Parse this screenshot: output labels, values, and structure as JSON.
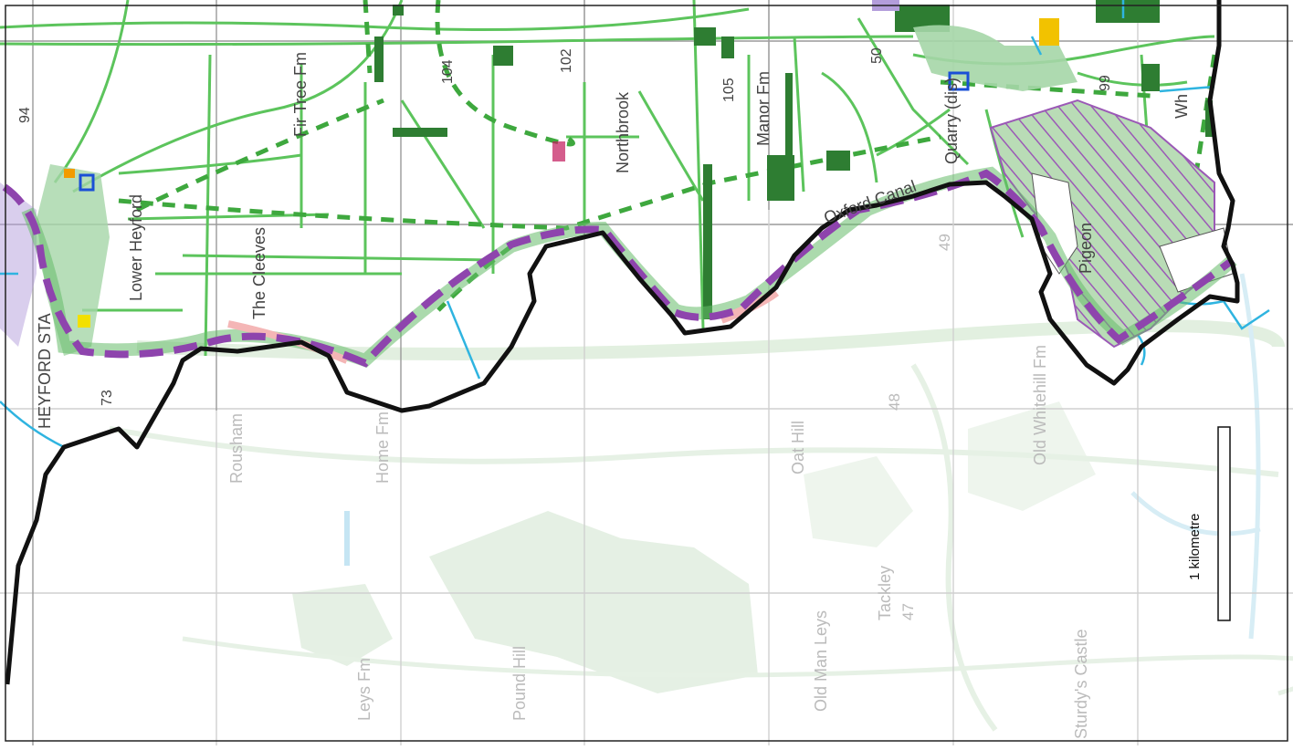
{
  "map": {
    "colors": {
      "green_network": "#5cc45c",
      "dark_green": "#2e7d32",
      "purple_route": "#8e44ad",
      "boundary": "#111111",
      "faded_base": "#d9ead9",
      "water": "#3bb3e0",
      "hatch_purple": "#9b59b6"
    },
    "labels": {
      "lower_heyford": "Lower Heyford",
      "heyford_sta": "HEYFORD STA",
      "the_cleeves": "The Cleeves",
      "fir_tree_fm": "Fir Tree Fm",
      "northbrook": "Northbrook",
      "manor_fm": "Manor Fm",
      "quarry": "Quarry (dis)",
      "oxford_canal": "Oxford Canal",
      "pigeon": "Pigeon",
      "rousham": "Rousham",
      "tackley": "Tackley",
      "old_man_leys": "Old Man Leys",
      "oat_hill": "Oat Hill",
      "old_whitehill_fm": "Old Whitehill Fm",
      "sturdys_castle": "Sturdy's Castle",
      "home_fm": "Home Fm",
      "leys_fm": "Leys Fm",
      "pound_hill": "Pound Hill",
      "wh": "Wh"
    },
    "grid_numbers": {
      "n94": "94",
      "n104": "104",
      "n102": "102",
      "n105": "105",
      "n49": "49",
      "n48": "48",
      "n47": "47",
      "n73": "73",
      "n99": "99",
      "n50": "50"
    },
    "scale_bar": {
      "label": "1 kilometre"
    }
  }
}
